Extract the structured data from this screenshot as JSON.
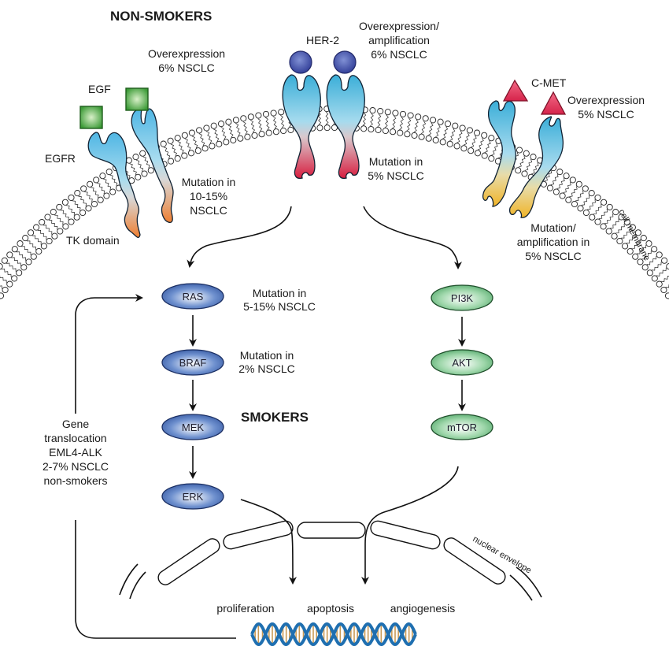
{
  "headings": {
    "non_smokers": "NON-SMOKERS",
    "smokers": "SMOKERS"
  },
  "membrane_label": "cell membrane",
  "nuclear_label": "nuclear envelope",
  "receptors": {
    "egfr": {
      "ligand_label": "EGF",
      "receptor_label": "EGFR",
      "domain_label": "TK domain",
      "overexpression": [
        "Overexpression",
        "6% NSCLC"
      ],
      "mutation": [
        "Mutation in",
        "10-15%",
        "NSCLC"
      ]
    },
    "her2": {
      "label": "HER-2",
      "overexpression": [
        "Overexpression/",
        "amplification",
        "6% NSCLC"
      ],
      "mutation": [
        "Mutation in",
        "5% NSCLC"
      ]
    },
    "cmet": {
      "label": "C-MET",
      "overexpression": [
        "Overexpression",
        "5% NSCLC"
      ],
      "mutation": [
        "Mutation/",
        "amplification in",
        "5% NSCLC"
      ]
    }
  },
  "pathways": {
    "mapk": [
      {
        "name": "RAS",
        "note": [
          "Mutation in",
          "5-15% NSCLC"
        ]
      },
      {
        "name": "BRAF",
        "note": [
          "Mutation in",
          "2% NSCLC"
        ]
      },
      {
        "name": "MEK",
        "note": []
      },
      {
        "name": "ERK",
        "note": []
      }
    ],
    "pi3k": [
      {
        "name": "PI3K"
      },
      {
        "name": "AKT"
      },
      {
        "name": "mTOR"
      }
    ]
  },
  "translocation": [
    "Gene",
    "translocation",
    "EML4-ALK",
    "2-7% NSCLC",
    "non-smokers"
  ],
  "outcomes": [
    "proliferation",
    "apoptosis",
    "angiogenesis"
  ],
  "colors": {
    "mapk_node": "#2f5aa8",
    "pi3k_node": "#4fae6a",
    "receptor_extracellular": "#3aaed8",
    "egf_ligand": "#3d9a3a",
    "her2_ligand": "#3b4a9e",
    "cmet_ligand": "#d8294f",
    "egfr_tk": "#ee7f32",
    "her2_tk": "#d4203f",
    "cmet_tk": "#f0b428",
    "dna_backbone": "#1f6fb0",
    "dna_rungs": "#c99a55"
  }
}
